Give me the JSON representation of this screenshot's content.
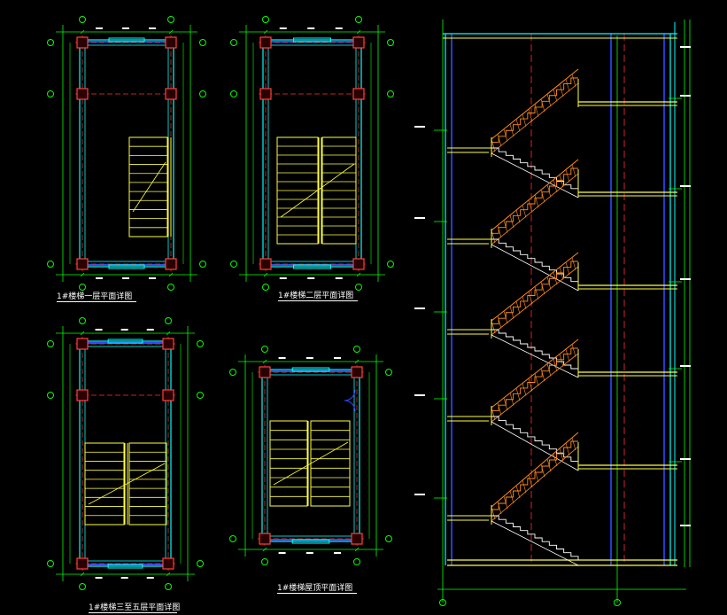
{
  "colors": {
    "background": "#000000",
    "wall": "#00ffff",
    "axis": "#ff3030",
    "column": "#ff4040",
    "stair": "#ffff40",
    "section_stair": "#ff8c1a",
    "dimension": "#00ff00",
    "slab": "#ffff40",
    "structure_blue": "#2b4bff",
    "text": "#ffffff"
  },
  "titles": {
    "plan1": "1#楼梯一层平面详图",
    "plan2": "1#楼梯二层平面详图",
    "plan3": "1#楼梯三至五层平面详图",
    "plan4": "1#楼梯屋顶平面详图"
  }
}
